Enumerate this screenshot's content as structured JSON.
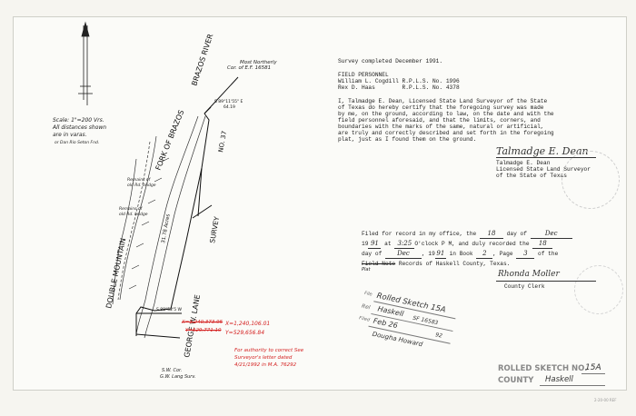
{
  "map": {
    "scale_line1": "Scale: 1\"=200 Vrs.",
    "scale_line2": "All distances shown",
    "scale_line3": "are in varas.",
    "scale_line4": "or Dan Rio Seton Fnd.",
    "river_label": "BRAZOS RIVER",
    "fork_label": "FORK OF BRAZOS",
    "double_mountain": "DOUBLE MOUNTAIN",
    "survey_label": "SURVEY",
    "survey_no": "NO. 37",
    "georges_lane": "GEORGE W. LANE",
    "acres": "31.78 Acres",
    "most_northerly": "Most Northerly",
    "cor_ef": "Cor. of E.F. 16581",
    "remains_1": "Remains of",
    "remains_1b": "old Rd. bridge",
    "remains_2": "Remains of",
    "remains_2b": "old Rd. bridge",
    "sw_cor": "S.W. Cor.",
    "sw_cor2": "G.W. Lang Surv.",
    "bearing_top": "S 89°11'55\" E",
    "bearing_top2": "64.19",
    "bearing_bottom": "S 88°52'5 W",
    "coord_x_struck": "X=1,240,373.95",
    "coord_y_struck": "Y=529,771.10",
    "coord_x_new": "X=1,240,106.01",
    "coord_y_new": "Y=529,656.84",
    "red_note1": "For authority to correct See",
    "red_note2": "Surveyor's letter dated",
    "red_note3": "4/21/1992 in M.A. 76292"
  },
  "text": {
    "survey_completed": "Survey completed December 1991.",
    "field_personnel": "FIELD PERSONNEL",
    "person1": "William L. Cogdill R.P.L.S. No. 1996",
    "person2": "Rex D. Haas        R.P.L.S. No. 4378",
    "cert1": "I, Talmadge E. Dean, Licensed State Land Surveyor of the State",
    "cert2": "of Texas do hereby certify that the foregoing survey was made",
    "cert3": "by me, on the ground, according to law, on the date and with the",
    "cert4": "field personnel aforesaid, and that the limits, corners, and",
    "cert5": "boundaries with the marks of the same, natural or artificial,",
    "cert6": "are truly and correctly described and set forth in the foregoing",
    "cert7": "plat, just as I found them on the ground.",
    "signature": "Talmadge E. Dean",
    "sig_name": "Talmadge E. Dean",
    "sig_title1": "Licensed State Land Surveyor",
    "sig_title2": "of the State of Texas"
  },
  "filing": {
    "l1a": "Filed for record in my office, the",
    "l1_day": "18",
    "l1b": "day of",
    "l1_month": "Dec",
    "l2a": "19",
    "l2_yr": "91",
    "l2b": "at",
    "l2_time": "3:25",
    "l2c": "O'clock P M, and duly recorded the",
    "l2_day": "18",
    "l3a": "day of",
    "l3_month": "Dec",
    "l3b": ", 19",
    "l3_yr": "91",
    "l3c": "in Book",
    "l3_book": "2",
    "l3d": ", Page",
    "l3_page": "3",
    "l3e": "of the",
    "l4_struck": "Field Note",
    "l4_insert": "Plat",
    "l4b": "Records of Haskell County, Texas.",
    "clerk_signature": "Rhonda Moller",
    "clerk_title": "County Clerk"
  },
  "stamp": {
    "label1": "File",
    "value1": "Rolled Sketch 15A",
    "label2": "Rel",
    "value2": "Haskell",
    "sf": "SF 16583",
    "label3": "Filed",
    "value3": "Feb 26",
    "year": "92",
    "name": "Dougha Howard"
  },
  "label": {
    "row1_label": "ROLLED SKETCH NO.",
    "row1_value": "15A",
    "row2_label": "COUNTY",
    "row2_value": "Haskell"
  },
  "corner_code": "2-20-00 REF"
}
